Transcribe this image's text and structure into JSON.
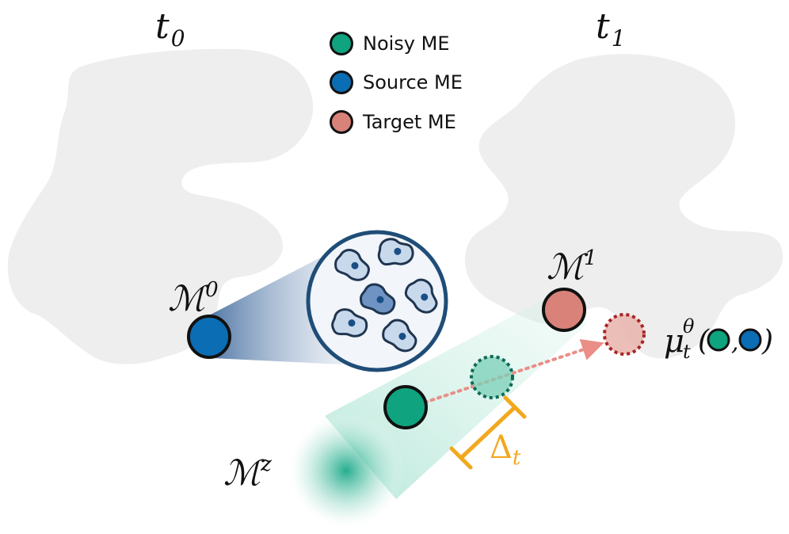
{
  "time_labels": {
    "t0": {
      "base": "t",
      "sub": "0"
    },
    "t1": {
      "base": "t",
      "sub": "1"
    }
  },
  "legend": [
    {
      "label": "Noisy ME",
      "color": "#0fa37f"
    },
    {
      "label": "Source ME",
      "color": "#0b6db3"
    },
    {
      "label": "Target ME",
      "color": "#d98279"
    }
  ],
  "math_labels": {
    "source": {
      "base": "ℳ",
      "sup": "0"
    },
    "target": {
      "base": "ℳ",
      "sup": "1"
    },
    "noise": {
      "base": "ℳ",
      "sup": "z"
    },
    "delta": {
      "base": "Δ",
      "sub": "t"
    },
    "mu": {
      "base": "μ",
      "sub": "t",
      "sup": "θ",
      "open": "(",
      "comma": ",",
      "close": ")"
    }
  },
  "colors": {
    "noisy": "#0fa37f",
    "source": "#0b6db3",
    "target": "#d98279",
    "target_dashed": "#a82424",
    "noisy_dashed": "#0e6a55",
    "delta": "#f2a81d",
    "arrow": "#ea8e87",
    "blob": "#eeeeee",
    "cell_fill": "#c9d9ec",
    "cell_fill_dark": "#6f94c3",
    "cell_nucleus": "#1a4f86",
    "zoom_border": "#1f4d78"
  }
}
